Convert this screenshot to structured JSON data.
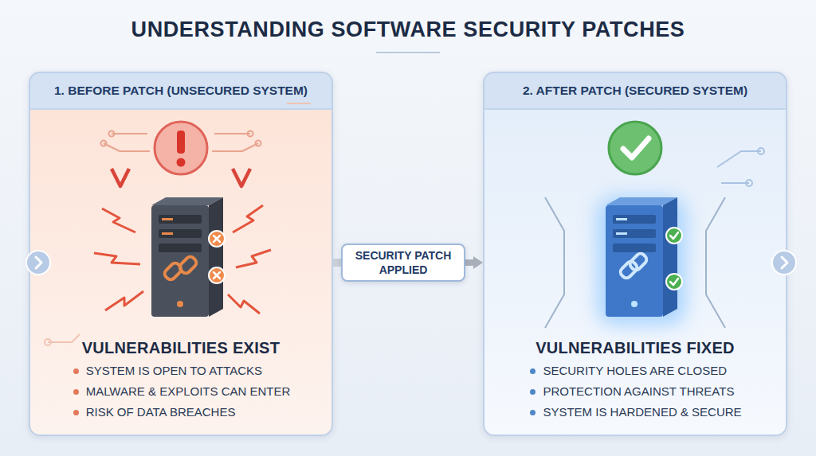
{
  "diagram": {
    "title": "UNDERSTANDING SOFTWARE SECURITY PATCHES",
    "nodes": [
      {
        "text": [
          "1. BEFORE PATCH (UNSECURED SYSTEM)",
          "VULNERABILITIES EXIST",
          "SYSTEM IS OPEN TO ATTACKS",
          "MALWARE & EXPLOITS CAN ENTER",
          "RISK OF DATA BREACHES"
        ]
      },
      {
        "text": [
          "SECURITY PATCH APPLIED"
        ]
      },
      {
        "text": [
          "2. AFTER PATCH (SECURED SYSTEM)",
          "VULNERABILITIES FIXED",
          "SECURITY HOLES ARE CLOSED",
          "PROTECTION AGAINST THREATS",
          "SYSTEM IS HARDENED & SECURE"
        ]
      }
    ],
    "edges": [
      {
        "from": 0,
        "to": 1,
        "arrow": "none"
      },
      {
        "from": 1,
        "to": 2,
        "arrow": "to"
      }
    ]
  }
}
